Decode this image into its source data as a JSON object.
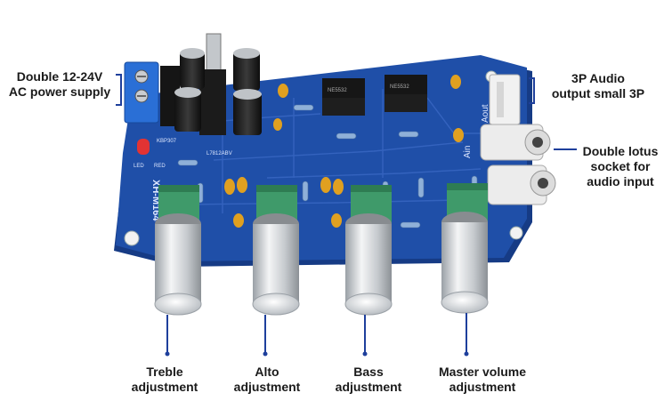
{
  "labels": {
    "power": [
      "Double 12-24V",
      "AC power supply"
    ],
    "output": [
      "3P Audio",
      "output small 3P"
    ],
    "lotus": [
      "Double lotus",
      "socket for",
      "audio input"
    ],
    "treble": [
      "Treble",
      "adjustment"
    ],
    "alto": [
      "Alto",
      "adjustment"
    ],
    "bass": [
      "Bass",
      "adjustment"
    ],
    "master": [
      "Master volume",
      "adjustment"
    ]
  },
  "board_silkscreen": {
    "model": "XH-M164",
    "ain": "Ain",
    "aout": "Aout",
    "led": "LED",
    "red": "RED",
    "regulator": "L7812ABV",
    "bridge": "KBP307",
    "ic1": "NE5532",
    "ic2": "NE5532"
  },
  "colors": {
    "board": "#1f4fa8",
    "board_dark": "#163b85",
    "trace": "#3a68c4",
    "callout_line": "#1e3f9c",
    "knob": "#d6d9dd",
    "pot_green": "#3f9a6a",
    "terminal_blue": "#2a6fd6",
    "cap_orange": "#e0a020"
  }
}
